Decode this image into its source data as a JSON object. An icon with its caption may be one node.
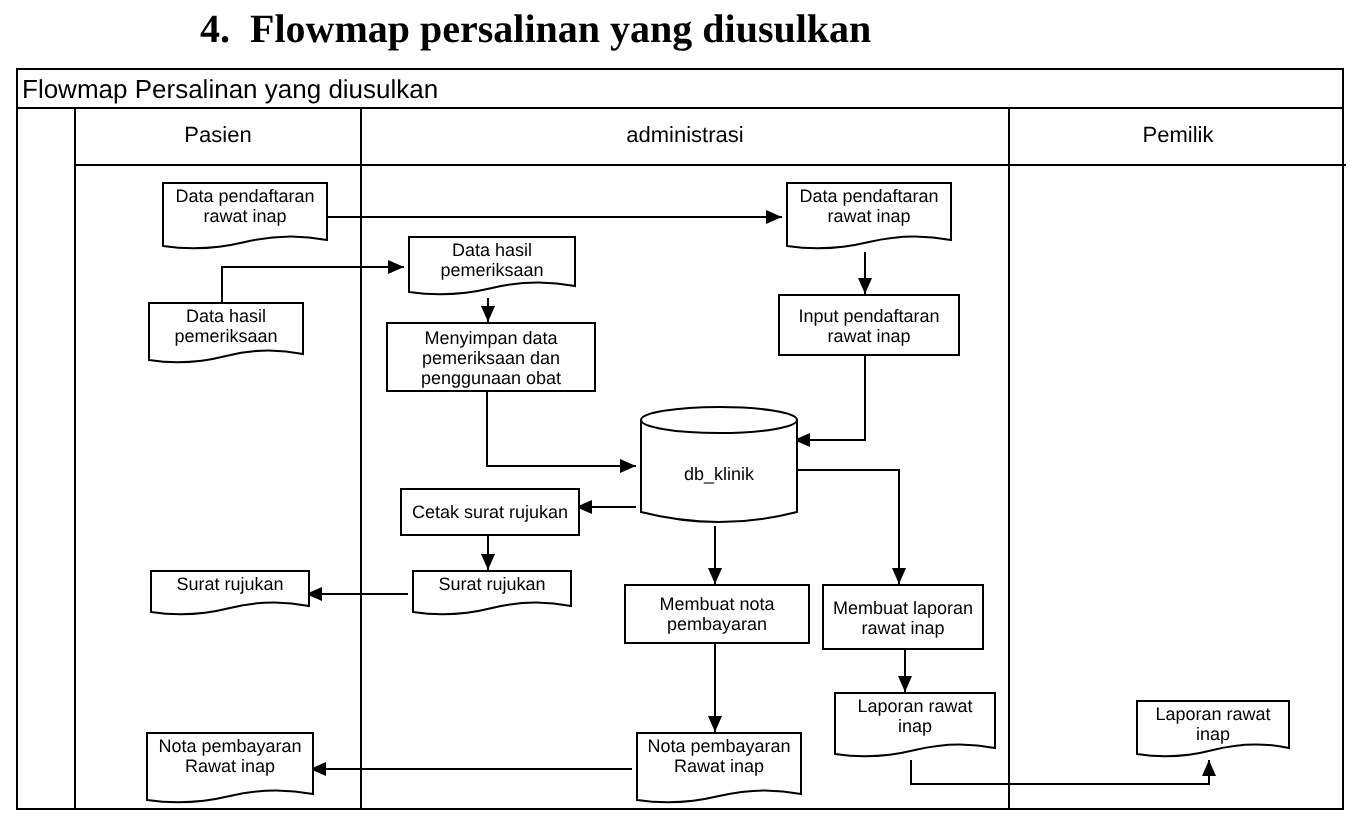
{
  "diagram": {
    "title": "4.  Flowmap persalinan yang diusulkan",
    "nodes": [
      {
        "text": [
          "Flowmap Persalinan yang diusulkan"
        ]
      },
      {
        "text": [
          "Pasien"
        ],
        "in": 0
      },
      {
        "text": [
          "administrasi"
        ],
        "in": 0
      },
      {
        "text": [
          "Pemilik"
        ],
        "in": 0
      },
      {
        "text": [
          "Data pendaftaran rawat inap"
        ],
        "in": 1
      },
      {
        "text": [
          "Data hasil pemeriksaan"
        ],
        "in": 1
      },
      {
        "text": [
          "Data hasil pemeriksaan"
        ],
        "in": 2
      },
      {
        "text": [
          "Menyimpan data pemeriksaan dan penggunaan obat"
        ],
        "in": 2
      },
      {
        "text": [
          "Data pendaftaran rawat inap"
        ],
        "in": 2
      },
      {
        "text": [
          "Input pendaftaran rawat inap"
        ],
        "in": 2
      },
      {
        "text": [
          "db_klinik"
        ],
        "in": 2
      },
      {
        "text": [
          "Cetak surat rujukan"
        ],
        "in": 2
      },
      {
        "text": [
          "Surat rujukan"
        ],
        "in": 2
      },
      {
        "text": [
          "Surat rujukan"
        ],
        "in": 1
      },
      {
        "text": [
          "Membuat nota pembayaran"
        ],
        "in": 2
      },
      {
        "text": [
          "Membuat laporan rawat inap"
        ],
        "in": 2
      },
      {
        "text": [
          "Laporan rawat inap"
        ],
        "in": 2
      },
      {
        "text": [
          "Nota pembayaran Rawat inap"
        ],
        "in": 2
      },
      {
        "text": [
          "Nota pembayaran Rawat inap"
        ],
        "in": 1
      },
      {
        "text": [
          "Laporan rawat inap"
        ],
        "in": 3
      }
    ],
    "edges": [
      {
        "from": 4,
        "to": 8,
        "arrow": "to"
      },
      {
        "from": 5,
        "to": 6,
        "arrow": "to"
      },
      {
        "from": 6,
        "to": 7,
        "arrow": "to"
      },
      {
        "from": 7,
        "to": 10,
        "arrow": "to"
      },
      {
        "from": 8,
        "to": 9,
        "arrow": "to"
      },
      {
        "from": 9,
        "to": 10,
        "arrow": "to"
      },
      {
        "from": 10,
        "to": 11,
        "arrow": "to"
      },
      {
        "from": 11,
        "to": 12,
        "arrow": "to"
      },
      {
        "from": 12,
        "to": 13,
        "arrow": "to"
      },
      {
        "from": 10,
        "to": 14,
        "arrow": "to"
      },
      {
        "from": 10,
        "to": 15,
        "arrow": "to"
      },
      {
        "from": 14,
        "to": 17,
        "arrow": "to"
      },
      {
        "from": 15,
        "to": 16,
        "arrow": "to"
      },
      {
        "from": 17,
        "to": 18,
        "arrow": "to"
      },
      {
        "from": 16,
        "to": 19,
        "arrow": "to"
      }
    ]
  }
}
